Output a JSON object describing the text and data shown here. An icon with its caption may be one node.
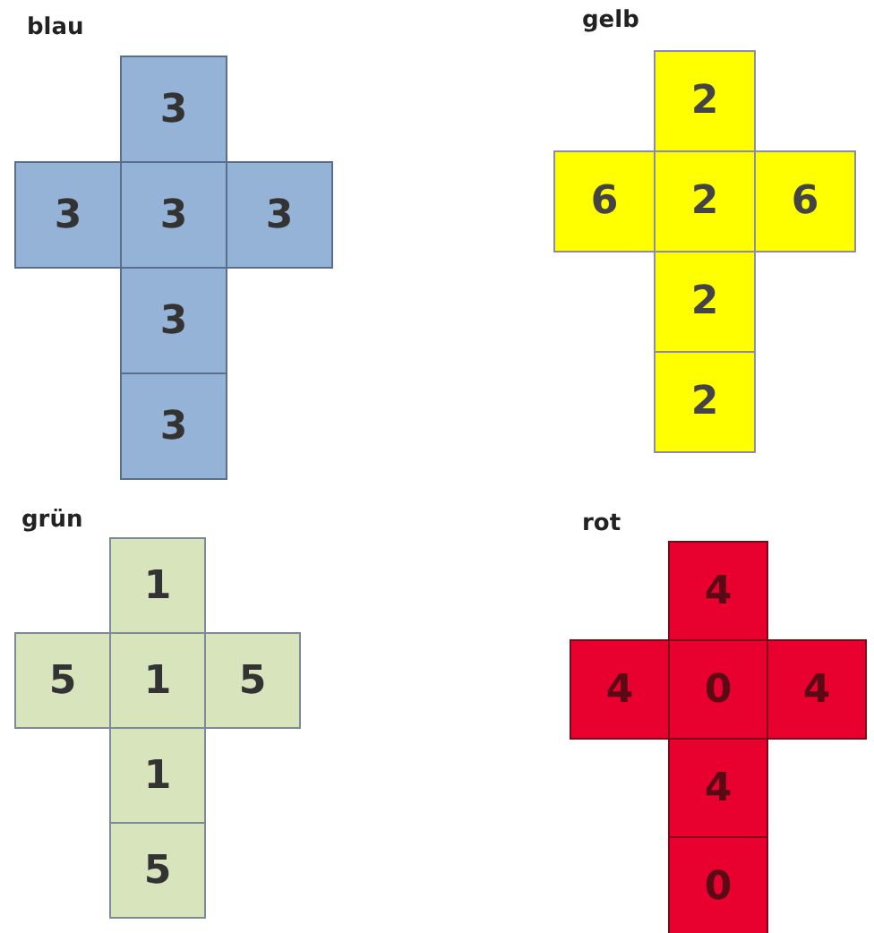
{
  "diagram": {
    "nodes": [
      {
        "text": [
          "3"
        ]
      },
      {
        "text": [
          "3"
        ]
      },
      {
        "text": [
          "3"
        ]
      },
      {
        "text": [
          "3"
        ]
      },
      {
        "text": [
          "3"
        ]
      },
      {
        "text": [
          "3"
        ]
      },
      {
        "text": [
          "2"
        ]
      },
      {
        "text": [
          "6"
        ]
      },
      {
        "text": [
          "2"
        ]
      },
      {
        "text": [
          "6"
        ]
      },
      {
        "text": [
          "2"
        ]
      },
      {
        "text": [
          "2"
        ]
      },
      {
        "text": [
          "1"
        ]
      },
      {
        "text": [
          "5"
        ]
      },
      {
        "text": [
          "1"
        ]
      },
      {
        "text": [
          "5"
        ]
      },
      {
        "text": [
          "1"
        ]
      },
      {
        "text": [
          "5"
        ]
      },
      {
        "text": [
          "4"
        ]
      },
      {
        "text": [
          "4"
        ]
      },
      {
        "text": [
          "0"
        ]
      },
      {
        "text": [
          "4"
        ]
      },
      {
        "text": [
          "4"
        ]
      },
      {
        "text": [
          "0"
        ]
      }
    ],
    "labels": [
      "blau",
      "gelb",
      "grün",
      "rot"
    ]
  }
}
